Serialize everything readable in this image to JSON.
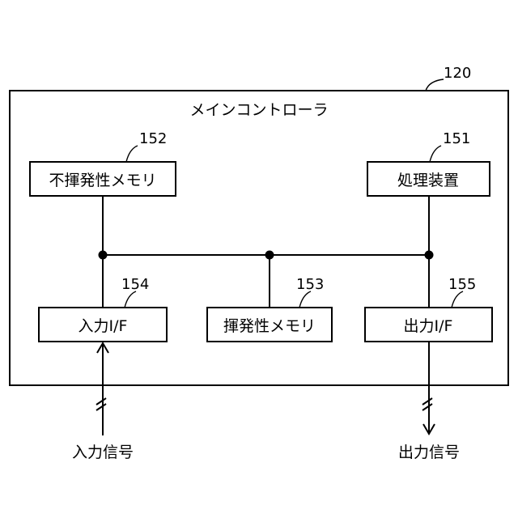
{
  "controller": {
    "ref": "120",
    "title": "メインコントローラ"
  },
  "blocks": {
    "nonvolatile_memory": {
      "ref": "152",
      "label": "不揮発性メモリ"
    },
    "processor": {
      "ref": "151",
      "label": "処理装置"
    },
    "input_if": {
      "ref": "154",
      "label": "入力I/F"
    },
    "volatile_memory": {
      "ref": "153",
      "label": "揮発性メモリ"
    },
    "output_if": {
      "ref": "155",
      "label": "出力I/F"
    }
  },
  "signals": {
    "input": "入力信号",
    "output": "出力信号"
  }
}
